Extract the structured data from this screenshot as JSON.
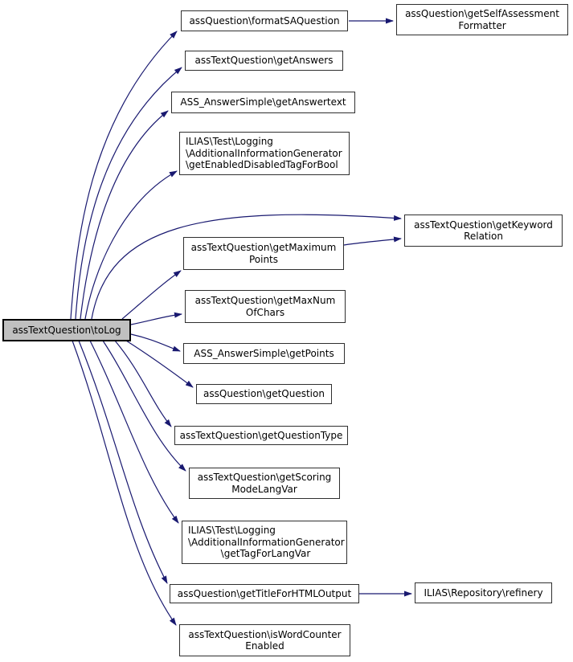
{
  "diagram_type": "call-graph",
  "colors": {
    "edge": "#191970",
    "node_border": "#2f2f2f",
    "node_fill": "#ffffff",
    "root_fill": "#c0c0c0",
    "page_bg": "#ffffff"
  },
  "nodes": [
    {
      "id": "toLog",
      "label": "assTextQuestion\\toLog",
      "role": "root"
    },
    {
      "id": "formatSAQuestion",
      "label": "assQuestion\\formatSAQuestion"
    },
    {
      "id": "getSelfAssessmentFormatter",
      "label": "assQuestion\\getSelfAssessment\nFormatter"
    },
    {
      "id": "getAnswers",
      "label": "assTextQuestion\\getAnswers"
    },
    {
      "id": "getAnswertext",
      "label": "ASS_AnswerSimple\\getAnswertext"
    },
    {
      "id": "getEnabledDisabledTagForBool",
      "lines": [
        "ILIAS\\Test\\Logging",
        "\\AdditionalInformationGenerator",
        "\\getEnabledDisabledTagForBool"
      ]
    },
    {
      "id": "getKeywordRelation",
      "label": "assTextQuestion\\getKeyword\nRelation"
    },
    {
      "id": "getMaximumPoints",
      "label": "assTextQuestion\\getMaximum\nPoints"
    },
    {
      "id": "getMaxNumOfChars",
      "label": "assTextQuestion\\getMaxNum\nOfChars"
    },
    {
      "id": "getPoints",
      "label": "ASS_AnswerSimple\\getPoints"
    },
    {
      "id": "getQuestion",
      "label": "assQuestion\\getQuestion"
    },
    {
      "id": "getQuestionType",
      "label": "assTextQuestion\\getQuestionType"
    },
    {
      "id": "getScoringModeLangVar",
      "label": "assTextQuestion\\getScoring\nModeLangVar"
    },
    {
      "id": "getTagForLangVar",
      "lines": [
        "ILIAS\\Test\\Logging",
        "\\AdditionalInformationGenerator",
        "\\getTagForLangVar"
      ]
    },
    {
      "id": "getTitleForHTMLOutput",
      "label": "assQuestion\\getTitleForHTMLOutput"
    },
    {
      "id": "refinery",
      "label": "ILIAS\\Repository\\refinery"
    },
    {
      "id": "isWordCounterEnabled",
      "label": "assTextQuestion\\isWordCounter\nEnabled"
    }
  ],
  "edges": [
    {
      "from": "toLog",
      "to": "formatSAQuestion"
    },
    {
      "from": "toLog",
      "to": "getAnswers"
    },
    {
      "from": "toLog",
      "to": "getAnswertext"
    },
    {
      "from": "toLog",
      "to": "getEnabledDisabledTagForBool"
    },
    {
      "from": "toLog",
      "to": "getKeywordRelation"
    },
    {
      "from": "toLog",
      "to": "getMaximumPoints"
    },
    {
      "from": "toLog",
      "to": "getMaxNumOfChars"
    },
    {
      "from": "toLog",
      "to": "getPoints"
    },
    {
      "from": "toLog",
      "to": "getQuestion"
    },
    {
      "from": "toLog",
      "to": "getQuestionType"
    },
    {
      "from": "toLog",
      "to": "getScoringModeLangVar"
    },
    {
      "from": "toLog",
      "to": "getTagForLangVar"
    },
    {
      "from": "toLog",
      "to": "getTitleForHTMLOutput"
    },
    {
      "from": "toLog",
      "to": "isWordCounterEnabled"
    },
    {
      "from": "formatSAQuestion",
      "to": "getSelfAssessmentFormatter"
    },
    {
      "from": "getMaximumPoints",
      "to": "getKeywordRelation"
    },
    {
      "from": "getTitleForHTMLOutput",
      "to": "refinery"
    }
  ]
}
